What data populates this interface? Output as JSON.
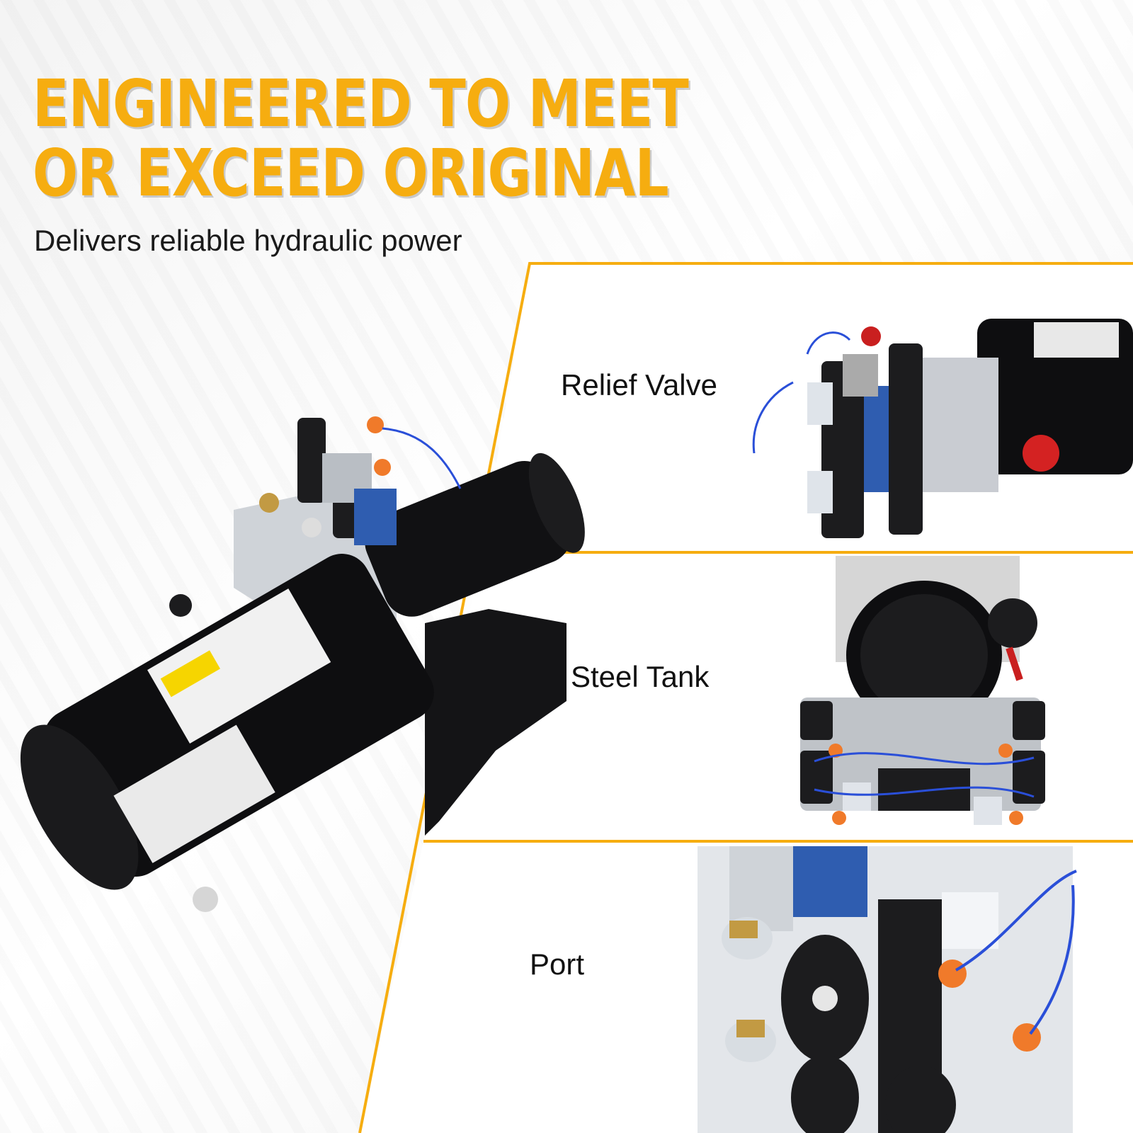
{
  "headline": {
    "line1": "ENGINEERED TO MEET",
    "line2": "OR EXCEED ORIGINAL"
  },
  "subtitle": "Delivers reliable hydraulic power",
  "features": [
    {
      "label": "Relief Valve"
    },
    {
      "label": "Steel Tank"
    },
    {
      "label": "Port"
    }
  ],
  "colors": {
    "accent": "#f6ad10",
    "text": "#1a1a1a",
    "product_body": "#0e0e10",
    "valve_blue": "#2f5db0",
    "connector_orange": "#f07a2a"
  }
}
